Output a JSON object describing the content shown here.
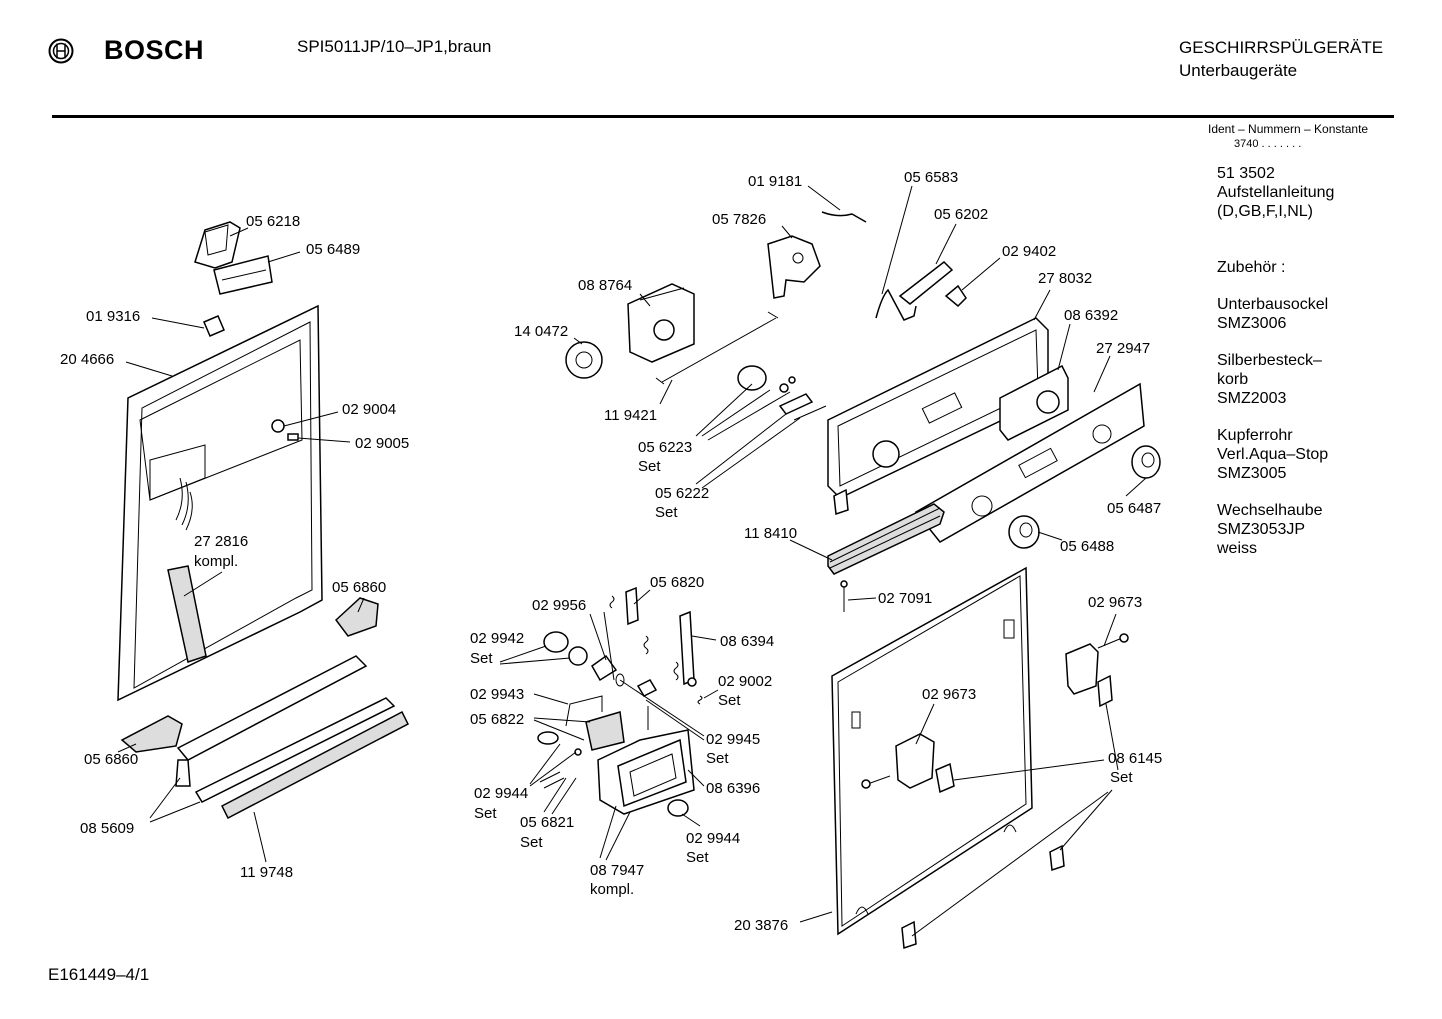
{
  "header": {
    "brand": "BOSCH",
    "model": "SPI5011JP/10–JP1,braun",
    "category_line1": "GESCHIRRSPÜLGERÄTE",
    "category_line2": "Unterbaugeräte"
  },
  "sidebar": {
    "ident_label": "Ident – Nummern – Konstante",
    "ident_value": "3740  .  .  .   .  .  .  .",
    "blocks": [
      [
        "51 3502",
        "Aufstellanleitung",
        "(D,GB,F,I,NL)"
      ],
      [
        "Zubehör :"
      ],
      [
        "Unterbausockel",
        "SMZ3006"
      ],
      [
        "Silberbesteck–",
        "korb",
        "SMZ2003"
      ],
      [
        "Kupferrohr",
        "Verl.Aqua–Stop",
        "SMZ3005"
      ],
      [
        "Wechselhaube",
        "SMZ3053JP",
        "weiss"
      ]
    ]
  },
  "labels": {
    "p056218": "05 6218",
    "p056489": "05 6489",
    "p019316": "01 9316",
    "p204666": "20 4666",
    "p029004": "02 9004",
    "p029005": "02 9005",
    "p272816": "27 2816",
    "kompl_a": "kompl.",
    "p056860a": "05 6860",
    "p056860b": "05 6860",
    "p085609": "08 5609",
    "p119748": "11 9748",
    "p019181": "01 9181",
    "p057826": "05 7826",
    "p088764": "08 8764",
    "p140472": "14 0472",
    "p119421": "11 9421",
    "p056223": "05 6223",
    "set_a": "Set",
    "p056222": "05 6222",
    "set_b": "Set",
    "p056583": "05 6583",
    "p056202": "05 6202",
    "p029402": "02 9402",
    "p278032": "27 8032",
    "p086392": "08 6392",
    "p272947": "27 2947",
    "p056487": "05 6487",
    "p118410": "11 8410",
    "p056488": "05 6488",
    "p027091": "02 7091",
    "p029956": "02 9956",
    "p056820": "05 6820",
    "p029942": "02 9942",
    "set_c": "Set",
    "p086394": "08 6394",
    "p029002": "02 9002",
    "set_d": "Set",
    "p029943": "02 9943",
    "p056822": "05 6822",
    "p029945": "02 9945",
    "set_e": "Set",
    "p086396": "08 6396",
    "p029944a": "02 9944",
    "set_f": "Set",
    "p056821": "05 6821",
    "set_g": "Set",
    "p029944b": "02 9944",
    "set_h": "Set",
    "p087947": "08 7947",
    "kompl_b": "kompl.",
    "p029673a": "02 9673",
    "p029673b": "02 9673",
    "p086145": "08 6145",
    "set_i": "Set",
    "p203876": "20 3876"
  },
  "footer": {
    "code": "E161449–4/1"
  }
}
